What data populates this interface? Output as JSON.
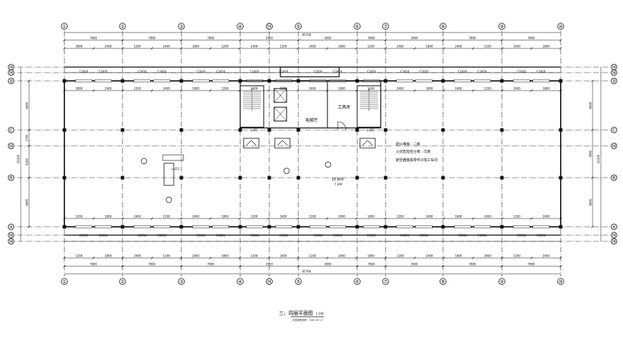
{
  "drawing": {
    "title": "三、四层平面图",
    "scale": "1:100",
    "subtitle": "本层建筑面积：2062.87 ㎡",
    "total_dimension": "65700",
    "floor_level": "10.800",
    "floor_level_sub": "7.200"
  },
  "axes": {
    "vertical": [
      {
        "id": "v1",
        "label": "①"
      },
      {
        "id": "v2",
        "label": "②"
      },
      {
        "id": "v3",
        "label": "③"
      },
      {
        "id": "v4",
        "label": "④"
      },
      {
        "id": "v4a",
        "label": "⑭"
      },
      {
        "id": "v5",
        "label": "⑤"
      },
      {
        "id": "v6",
        "label": "⑥"
      },
      {
        "id": "v7",
        "label": "⑦"
      },
      {
        "id": "v8",
        "label": "⑧"
      },
      {
        "id": "v9",
        "label": "⑨"
      },
      {
        "id": "v10",
        "label": "⑩"
      }
    ],
    "horizontal": [
      {
        "id": "hDa",
        "label": "⑭"
      },
      {
        "id": "hDb",
        "label": "⑭"
      },
      {
        "id": "hD",
        "label": "Ⓓ"
      },
      {
        "id": "hC",
        "label": "Ⓒ"
      },
      {
        "id": "hCB",
        "label": "⑭"
      },
      {
        "id": "hB",
        "label": "Ⓑ"
      },
      {
        "id": "hA",
        "label": "Ⓐ"
      },
      {
        "id": "hAa",
        "label": "⑭"
      },
      {
        "id": "hAb",
        "label": "⑭"
      }
    ]
  },
  "dimensions": {
    "bays_top": [
      "7800",
      "7800",
      "7800",
      "3950",
      "3850",
      "7800",
      "3600",
      "7800",
      "7800"
    ],
    "bays_bottom": [
      "7800",
      "7800",
      "7800",
      "3950",
      "3850",
      "7800",
      "3600",
      "7800",
      "7800"
    ],
    "left_side": [
      "6600",
      "2700",
      "4200",
      "6600"
    ],
    "right_side": [
      "6600",
      "3900",
      "6600"
    ],
    "overall_side": "22200",
    "sub_top": [
      "1800",
      "2400",
      "1200",
      "2400",
      "1800",
      "1200",
      "2400",
      "1200",
      "2400",
      "1800",
      "1200",
      "2400",
      "1800",
      "2400",
      "1200",
      "2400",
      "1800"
    ],
    "sub_bottom": [
      "1200",
      "1800",
      "2400",
      "1200",
      "2400",
      "1800",
      "1200",
      "2400",
      "1200",
      "2400",
      "1800",
      "1200",
      "2400",
      "1800",
      "2400",
      "1200",
      "2400"
    ]
  },
  "rooms": {
    "tool_room": "工具房",
    "elevator_hall": "电梯厅",
    "stair_1": "L-LT1",
    "stair_2": "L-LT2",
    "stair_3": "L-ST2",
    "window_tag": "C1816",
    "window_tag_small": "C1815"
  },
  "notes": {
    "fire_rating": "耐火等级：二级",
    "fire_class": "火灾危险性分类：戊类",
    "usage": "航空器金属零件冷加工车间"
  }
}
